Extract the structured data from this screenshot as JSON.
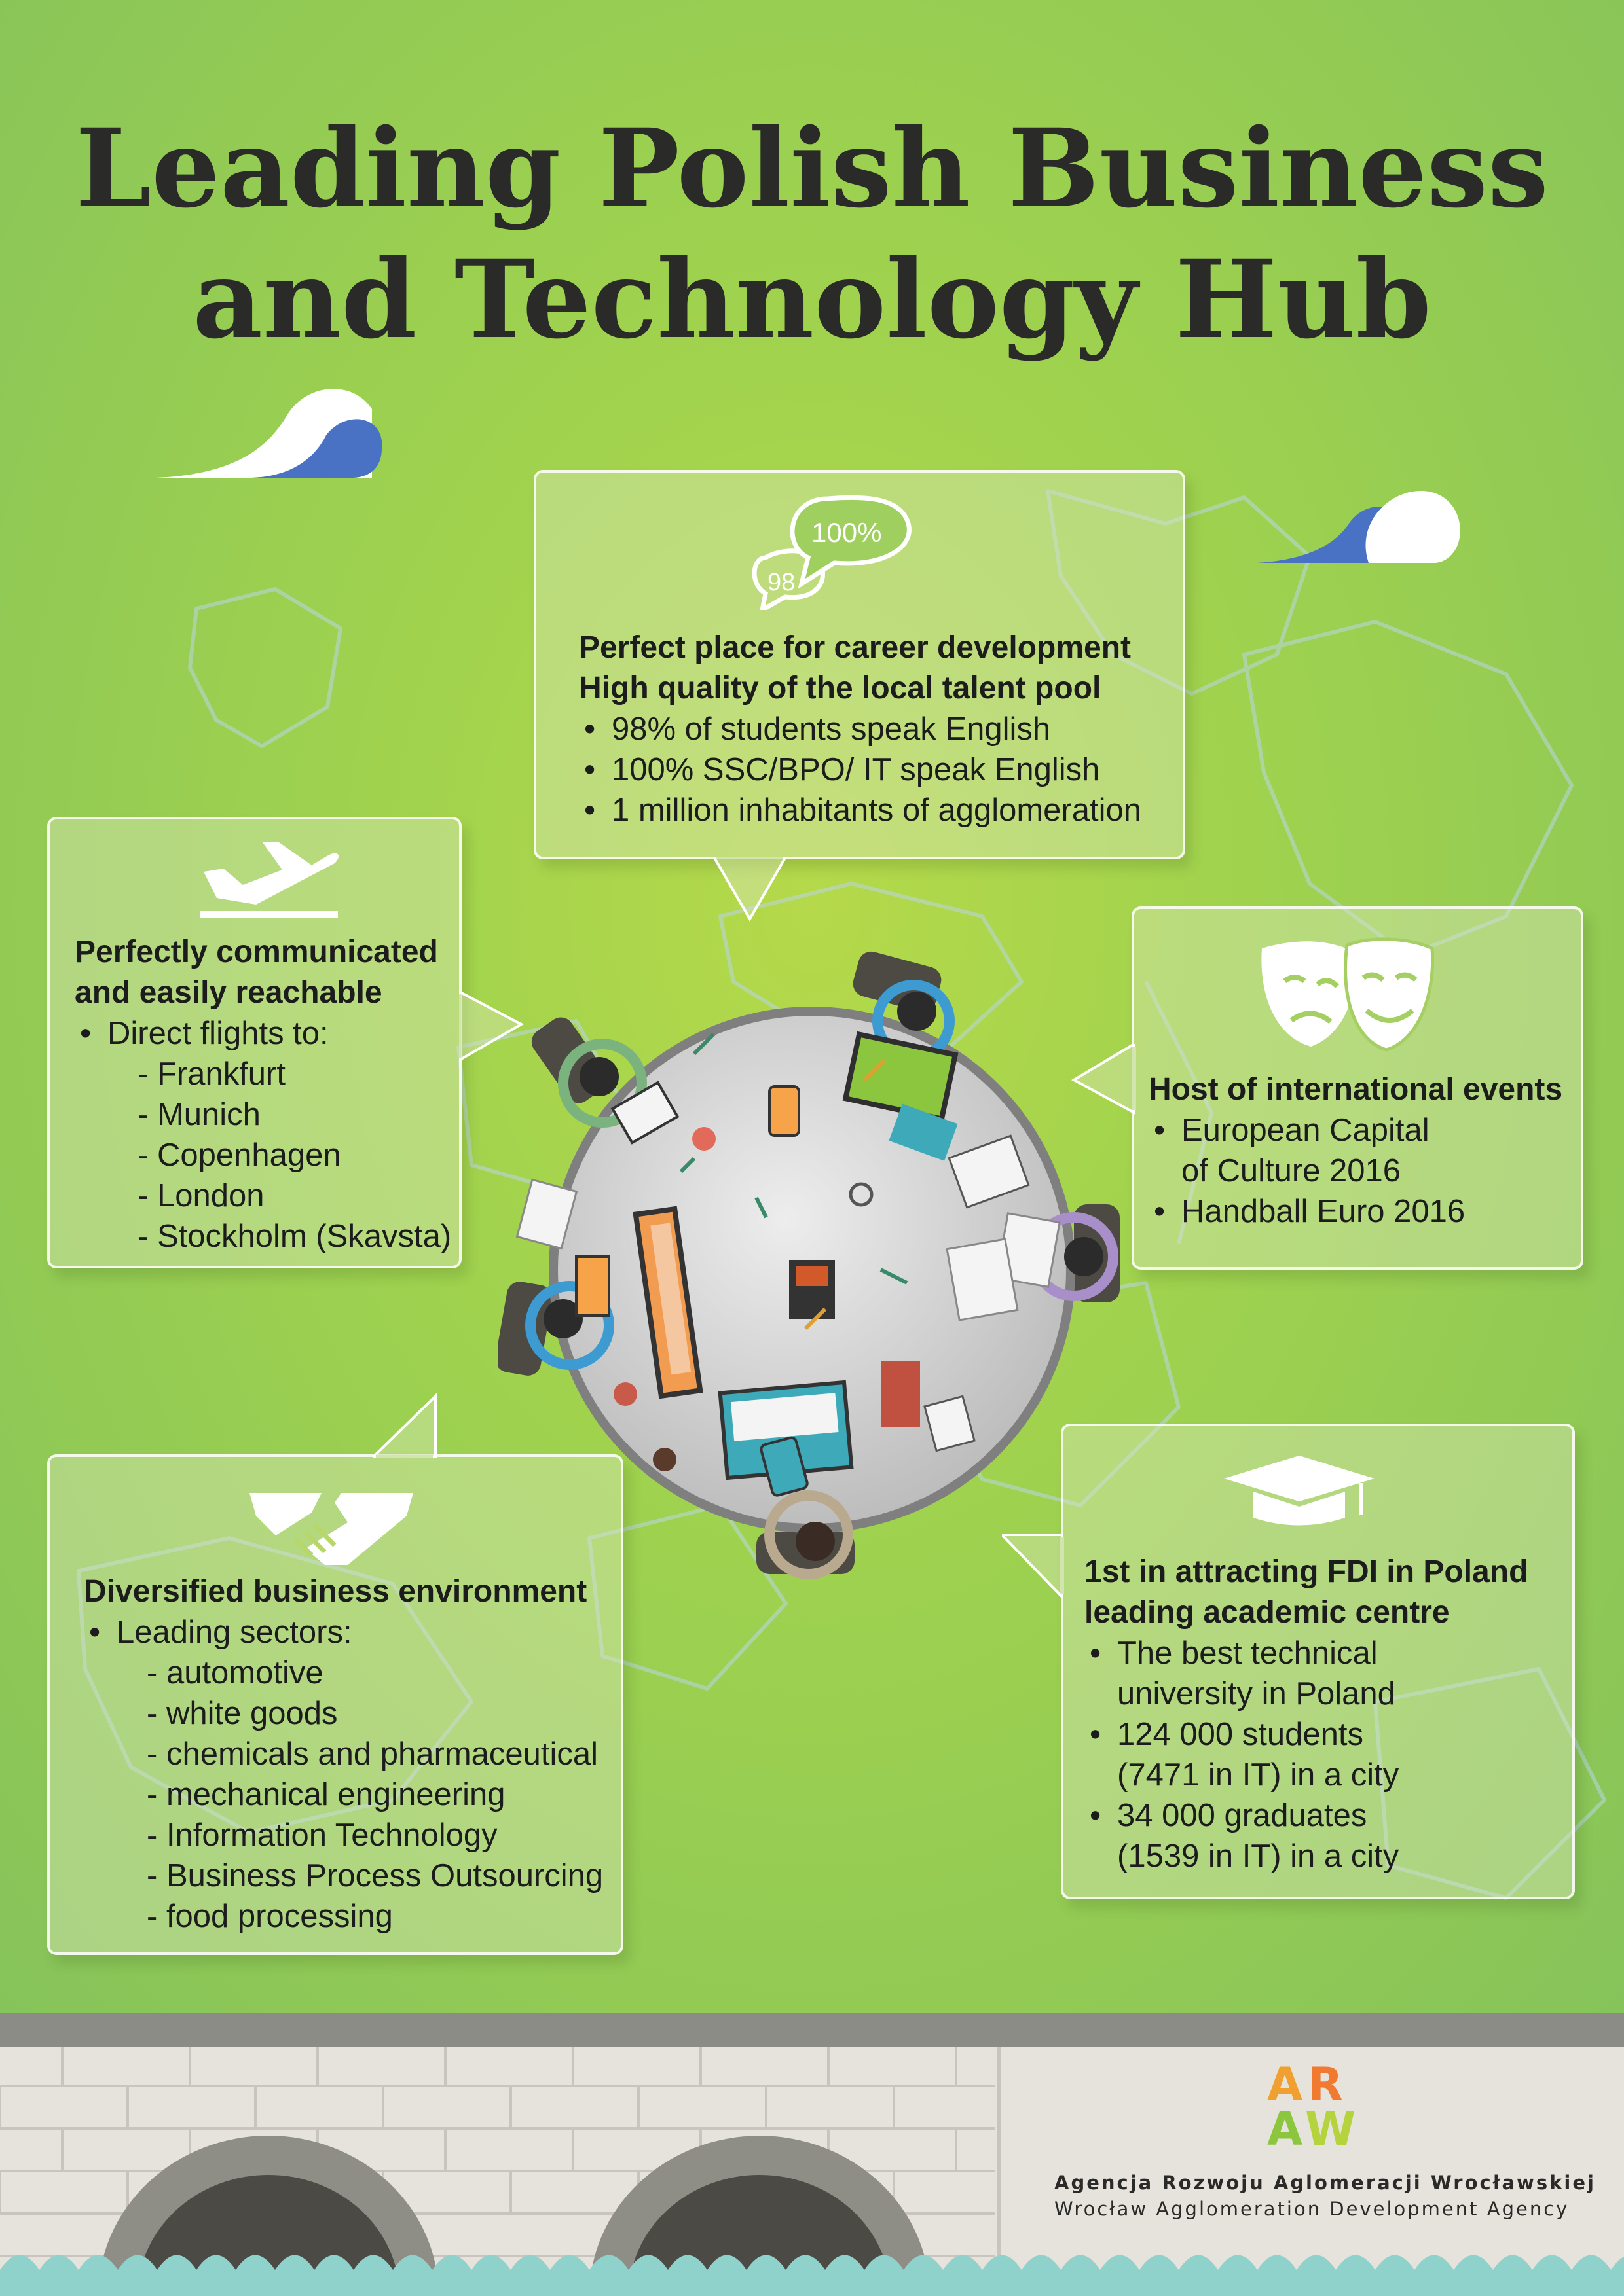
{
  "title": {
    "line1": "Leading Polish Business",
    "line2": "and Technology Hub"
  },
  "cards": {
    "talent": {
      "icon": "speech-bubbles-icon",
      "badge_big": "100%",
      "badge_small": "98",
      "heading1": "Perfect place for career development",
      "heading2": "High quality of the local talent pool",
      "items": [
        "98% of students speak English",
        "100%  SSC/BPO/ IT  speak English",
        "1 million inhabitants of agglomeration"
      ]
    },
    "flights": {
      "icon": "airplane-icon",
      "heading1": "Perfectly communicated",
      "heading2": "and easily reachable",
      "bullet": "Direct flights to:",
      "items": [
        "Frankfurt",
        "Munich",
        "Copenhagen",
        "London",
        "Stockholm (Skavsta)"
      ]
    },
    "events": {
      "icon": "theatre-masks-icon",
      "heading": "Host of international events",
      "item1_line1": "European Capital",
      "item1_line2": "of Culture 2016",
      "item2": "Handball Euro 2016"
    },
    "business": {
      "icon": "handshake-icon",
      "heading": "Diversified business environment",
      "bullet": "Leading sectors:",
      "items": [
        "automotive",
        "white goods",
        "chemicals and pharmaceutical",
        "mechanical engineering",
        "Information Technology",
        "Business Process Outsourcing",
        "food processing"
      ]
    },
    "academic": {
      "icon": "graduation-cap-icon",
      "heading1": "1st in attracting FDI in Poland",
      "heading2": "leading academic centre",
      "item1_line1": "The best technical",
      "item1_line2": "university in Poland",
      "item2_line1": "124 000 students",
      "item2_line2": "(7471 in IT) in a city",
      "item3_line1": "34 000 graduates",
      "item3_line2": "(1539 in IT) in a city"
    }
  },
  "logo": {
    "letters": [
      "A",
      "R",
      "A",
      "W"
    ],
    "colors": [
      "#f0a030",
      "#f07a30",
      "#8cc63f",
      "#b5d33d"
    ],
    "name_pl": "Agencja Rozwoju Aglomeracji Wrocławskiej",
    "name_en": "Wrocław Agglomeration Development Agency"
  },
  "colors": {
    "background": "#95cc55",
    "card_border": "#ffffff",
    "cloud_blue": "#4a72c4",
    "table_grey": "#c8c8c8",
    "wave": "#8fd2cc"
  }
}
